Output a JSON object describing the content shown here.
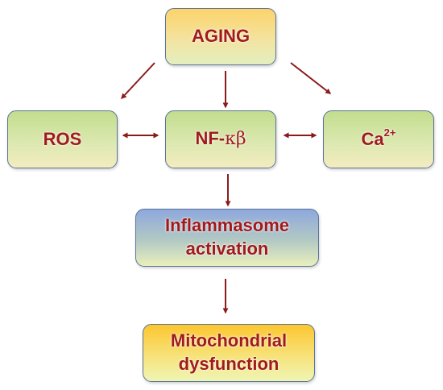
{
  "nodes": {
    "aging": {
      "label": "AGING"
    },
    "ros": {
      "label": "ROS"
    },
    "nfkb": {
      "prefix": "NF-",
      "greek": "κβ"
    },
    "calcium": {
      "base": "Ca",
      "superscript": "2+"
    },
    "inflammasome": {
      "line1": "Inflammasome",
      "line2": "activation"
    },
    "mitochondrial": {
      "line1": "Mitochondrial",
      "line2": "dysfunction"
    }
  },
  "edges": [
    {
      "from": "aging",
      "to": "ros",
      "kind": "directed"
    },
    {
      "from": "aging",
      "to": "nfkb",
      "kind": "directed"
    },
    {
      "from": "aging",
      "to": "calcium",
      "kind": "directed"
    },
    {
      "from": "ros",
      "to": "nfkb",
      "kind": "bidirectional"
    },
    {
      "from": "nfkb",
      "to": "calcium",
      "kind": "bidirectional"
    },
    {
      "from": "nfkb",
      "to": "inflammasome",
      "kind": "directed"
    },
    {
      "from": "inflammasome",
      "to": "mitochondrial",
      "kind": "directed"
    }
  ],
  "colors": {
    "text": "#a11b1b",
    "arrow": "#8b1a1a",
    "border": "#5a7397"
  }
}
